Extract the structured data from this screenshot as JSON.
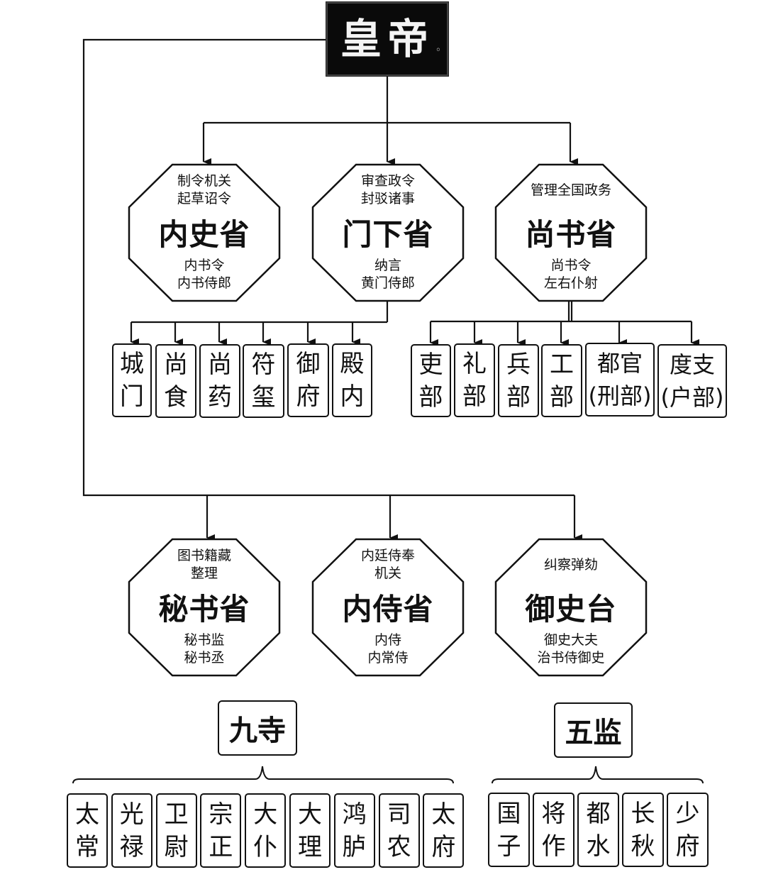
{
  "emperor": {
    "label": "皇帝"
  },
  "top_offices": [
    {
      "name": "内史省",
      "desc": [
        "制令机关",
        "起草诏令"
      ],
      "officials": [
        "内书令",
        "内书侍郎"
      ]
    },
    {
      "name": "门下省",
      "desc": [
        "审查政令",
        "封驳诸事"
      ],
      "officials": [
        "纳言",
        "黄门侍郎"
      ]
    },
    {
      "name": "尚书省",
      "desc": [
        "管理全国政务"
      ],
      "officials": [
        "尚书令",
        "左右仆射"
      ]
    }
  ],
  "menxia_bureaus": [
    [
      "城",
      "门"
    ],
    [
      "尚",
      "食"
    ],
    [
      "尚",
      "药"
    ],
    [
      "符",
      "玺"
    ],
    [
      "御",
      "府"
    ],
    [
      "殿",
      "内"
    ]
  ],
  "shangshu_ministries": [
    [
      "吏",
      "部"
    ],
    [
      "礼",
      "部"
    ],
    [
      "兵",
      "部"
    ],
    [
      "工",
      "部"
    ],
    [
      "都官",
      "(刑部)"
    ],
    [
      "度支",
      "(户部)"
    ]
  ],
  "lower_offices": [
    {
      "name": "秘书省",
      "desc": [
        "图书籍藏",
        "整理"
      ],
      "officials": [
        "秘书监",
        "秘书丞"
      ]
    },
    {
      "name": "内侍省",
      "desc": [
        "内廷侍奉",
        "机关"
      ],
      "officials": [
        "内侍",
        "内常侍"
      ]
    },
    {
      "name": "御史台",
      "desc": [
        "纠察弹劾"
      ],
      "officials": [
        "御史大夫",
        "治书侍御史"
      ]
    }
  ],
  "nine_courts": {
    "title": "九寺",
    "items": [
      [
        "太",
        "常"
      ],
      [
        "光",
        "禄"
      ],
      [
        "卫",
        "尉"
      ],
      [
        "宗",
        "正"
      ],
      [
        "大",
        "仆"
      ],
      [
        "大",
        "理"
      ],
      [
        "鸿",
        "胪"
      ],
      [
        "司",
        "农"
      ],
      [
        "太",
        "府"
      ]
    ]
  },
  "five_directorates": {
    "title": "五监",
    "items": [
      [
        "国",
        "子"
      ],
      [
        "将",
        "作"
      ],
      [
        "都",
        "水"
      ],
      [
        "长",
        "秋"
      ],
      [
        "少",
        "府"
      ]
    ]
  }
}
